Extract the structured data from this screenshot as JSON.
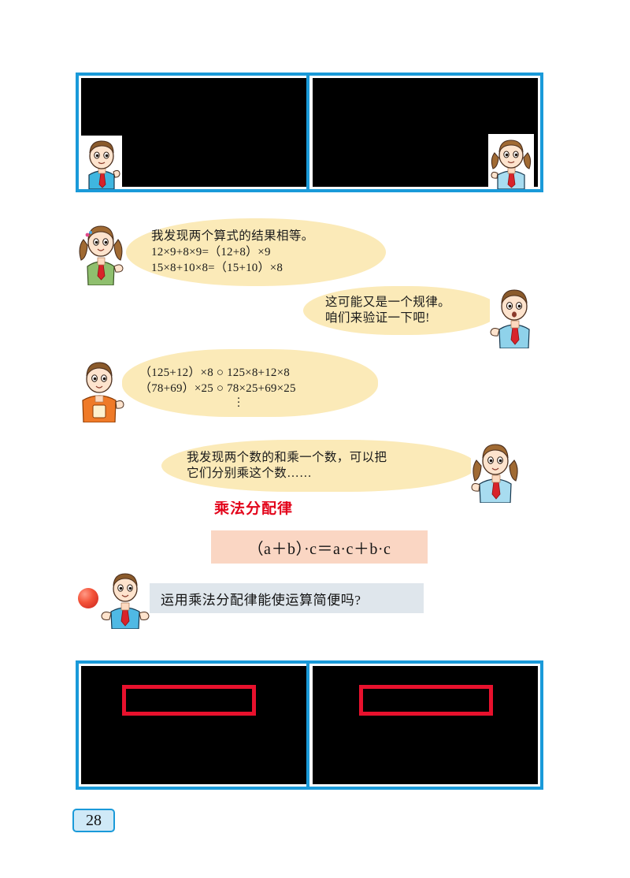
{
  "page": {
    "number": "28",
    "topic_heading": "乘法分配律"
  },
  "top_panels": {
    "left": {
      "content": "",
      "character": "boy-blue-shirt"
    },
    "right": {
      "content": "",
      "character": "girl-pigtails-blue"
    }
  },
  "bubbles": [
    {
      "id": "bubble-discovery-1",
      "character": "girl-green-top",
      "lines": [
        "我发现两个算式的结果相等。",
        "12×9+8×9=（12+8）×9",
        "15×8+10×8=（15+10）×8"
      ]
    },
    {
      "id": "bubble-rule-guess",
      "character": "boy-blue-shirt-tie",
      "lines": [
        "这可能又是一个规律。",
        "咱们来验证一下吧!"
      ]
    },
    {
      "id": "bubble-verify",
      "character": "boy-orange-sweater",
      "lines": [
        "（125+12）×8 ○ 125×8+12×8",
        "（78+69）×25 ○ 78×25+69×25"
      ],
      "ellipsis": "⋮"
    },
    {
      "id": "bubble-conclusion",
      "character": "girl-pigtails-red-tie",
      "lines": [
        "我发现两个数的和乘一个数，可以把",
        "它们分别乘这个数……"
      ]
    }
  ],
  "formula": {
    "text": "（a＋b）·c＝a·c＋b·c",
    "left_paren": "（",
    "a": "a",
    "plus1": "＋",
    "b": "b",
    "right_paren": "）",
    "dot1": "·",
    "c1": "c",
    "equals": "＝",
    "a2": "a",
    "dot2": "·",
    "c2": "c",
    "plus2": "＋",
    "b2": "b",
    "dot3": "·",
    "c3": "c"
  },
  "question": {
    "text": "运用乘法分配律能使运算简便吗?",
    "character": "boy-open-arms"
  },
  "bottom_panels": {
    "left": {
      "content": "",
      "annotation": "red-highlight-box"
    },
    "right": {
      "content": "",
      "annotation": "red-highlight-box"
    }
  },
  "colors": {
    "frame_blue": "#1a9ad9",
    "bubble_yellow": "#fbeab8",
    "heading_red": "#e3051b",
    "formula_bg": "#fad6c3",
    "question_bg": "#dfe6ec",
    "annotation_red": "#e8112d",
    "panel_black": "#000000"
  }
}
